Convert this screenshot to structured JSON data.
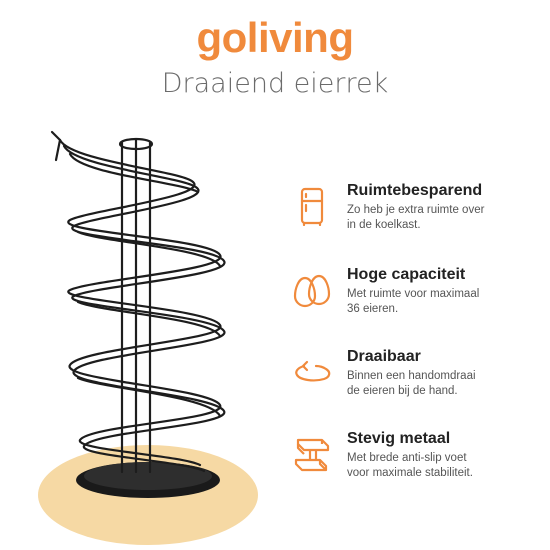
{
  "brand": "goliving",
  "subtitle": "Draaiend eierrek",
  "colors": {
    "accent": "#f08a3c",
    "text": "#222222",
    "muted": "#555555",
    "base": "#f6d9a4"
  },
  "features": [
    {
      "icon": "fridge-icon",
      "title": "Ruimtebesparend",
      "desc": [
        "Zo heb je extra ruimte over",
        "in de koelkast."
      ]
    },
    {
      "icon": "eggs-icon",
      "title": "Hoge capaciteit",
      "desc": [
        "Met ruimte voor maximaal",
        "36 eieren."
      ]
    },
    {
      "icon": "rotate-icon",
      "title": "Draaibaar",
      "desc": [
        "Binnen een handomdraai",
        "de eieren bij de hand."
      ]
    },
    {
      "icon": "metal-beam-icon",
      "title": "Stevig metaal",
      "desc": [
        "Met brede anti-slip voet",
        "voor maximale stabiliteit."
      ]
    }
  ]
}
